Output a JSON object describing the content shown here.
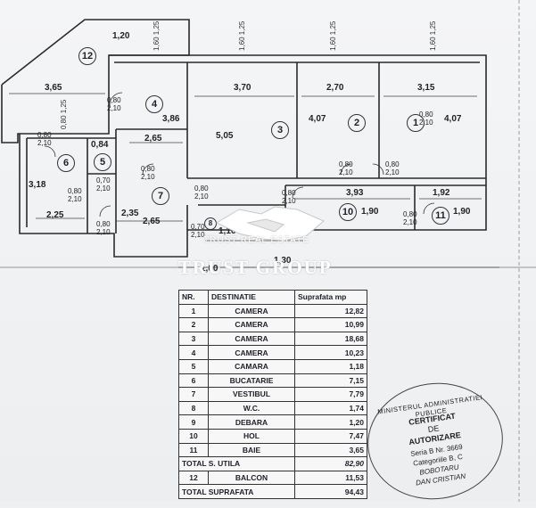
{
  "plan": {
    "rooms": [
      {
        "id": "1",
        "label": "1"
      },
      {
        "id": "2",
        "label": "2"
      },
      {
        "id": "3",
        "label": "3"
      },
      {
        "id": "4",
        "label": "4"
      },
      {
        "id": "5",
        "label": "5"
      },
      {
        "id": "6",
        "label": "6"
      },
      {
        "id": "7",
        "label": "7"
      },
      {
        "id": "8",
        "label": "8"
      },
      {
        "id": "10",
        "label": "10"
      },
      {
        "id": "11",
        "label": "11"
      },
      {
        "id": "12",
        "label": "12"
      }
    ],
    "dimensions": {
      "d_120": "1,20",
      "d_365": "3,65",
      "d_370": "3,70",
      "d_270": "2,70",
      "d_315": "3,15",
      "d_386": "3,86",
      "d_407a": "4,07",
      "d_407b": "4,07",
      "d_505": "5,05",
      "d_084": "0,84",
      "d_265a": "2,65",
      "d_318": "3,18",
      "d_225": "2,25",
      "d_235": "2,35",
      "d_265b": "2,65",
      "d_393": "3,93",
      "d_192": "1,92",
      "d_190a": "1,90",
      "d_190b": "1,90",
      "d_116": "1,16",
      "d_130": "1,30",
      "d_180": "1,80"
    },
    "windows": {
      "w1": "1,60\n1,25",
      "w2": "1,60\n1,25",
      "w3": "1,60\n1,25",
      "w4": "1,60\n1,25",
      "w5": "0,80\n1,25"
    },
    "doors": {
      "dr1": "0,80\n2,10",
      "dr2": "0,80\n2,10",
      "dr3": "0,80\n2,10",
      "dr4": "0,80\n2,10",
      "dr5": "0,80\n2,10",
      "dr6": "0,80\n2,10",
      "dr7": "0,80\n2,10",
      "dr8": "0,80\n2,10",
      "dr9": "0,80\n2,10",
      "dr10": "0,70\n2,10",
      "dr11": "0,70\n2,10",
      "dr12": "0,80\n2,10",
      "dr13": "0,80\n2,10"
    }
  },
  "watermark": {
    "sub": "TRUST REAL ESTATE",
    "main": "TRUST GROUP"
  },
  "table": {
    "headers": {
      "nr": "NR.",
      "dest": "DESTINATIE",
      "sup": "Suprafata mp"
    },
    "rows": [
      {
        "nr": "1",
        "dest": "CAMERA",
        "sup": "12,82"
      },
      {
        "nr": "2",
        "dest": "CAMERA",
        "sup": "10,99"
      },
      {
        "nr": "3",
        "dest": "CAMERA",
        "sup": "18,68"
      },
      {
        "nr": "4",
        "dest": "CAMERA",
        "sup": "10,23"
      },
      {
        "nr": "5",
        "dest": "CAMARA",
        "sup": "1,18"
      },
      {
        "nr": "6",
        "dest": "BUCATARIE",
        "sup": "7,15"
      },
      {
        "nr": "7",
        "dest": "VESTIBUL",
        "sup": "7,79"
      },
      {
        "nr": "8",
        "dest": "W.C.",
        "sup": "1,74"
      },
      {
        "nr": "9",
        "dest": "DEBARA",
        "sup": "1,20"
      },
      {
        "nr": "10",
        "dest": "HOL",
        "sup": "7,47"
      },
      {
        "nr": "11",
        "dest": "BAIE",
        "sup": "3,65"
      }
    ],
    "total_util": {
      "label": "TOTAL S. UTILA",
      "value": "82,90"
    },
    "balcon": {
      "nr": "12",
      "dest": "BALCON",
      "sup": "11,53"
    },
    "total": {
      "label": "TOTAL SUPRAFATA",
      "value": "94,43"
    }
  },
  "stamp": {
    "ring": "MINISTERUL ADMINISTRATIEI PUBLICE",
    "l1": "CERTIFICAT",
    "l2": "DE",
    "l3": "AUTORIZARE",
    "l4": "Seria B Nr. 3669",
    "l5": "Categoriile B, C",
    "l6": "BOBOTARU",
    "l7": "DAN CRISTIAN"
  }
}
